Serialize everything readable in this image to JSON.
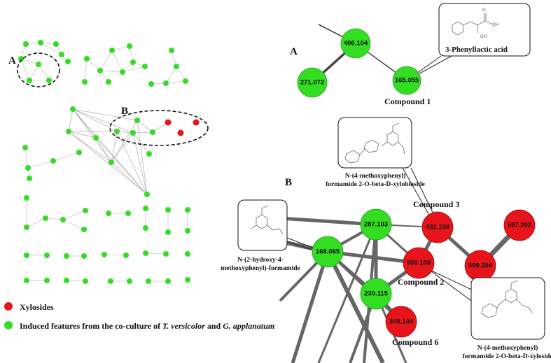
{
  "overview": {
    "label_a": "A",
    "label_b": "B"
  },
  "legend": {
    "xylosides": "Xylosides",
    "induced_prefix": "Induced features  from the co-culture of ",
    "species1": "T. versicolor",
    "conj": " and ",
    "species2": "G. applanatum",
    "colors": {
      "xyloside": "#e8141b",
      "induced": "#33dd22"
    }
  },
  "panel_a": {
    "letter": "A",
    "nodes": [
      "406.104",
      "271.072",
      "165.055"
    ],
    "compound_label": "Compound 1",
    "structure_name": "3-Phenyllactic acid"
  },
  "panel_b": {
    "letter": "B",
    "nodes": {
      "n287": "287.103",
      "n168": "168.065",
      "n300": "300.108",
      "n230": "230.115",
      "n348": "348.144",
      "n432": "432.150",
      "n597": "597.202",
      "n599": "599.204"
    },
    "compound2": "Compound 2",
    "compound3": "Compound 3",
    "compound6": "Compound 6",
    "name_xylobioside_1": "N-(4-methoxyphenyl)",
    "name_xylobioside_2": "formamide 2-O-beta-D-xylobioside",
    "name_hydroxy_1": "N-(2-hydroxy-4-",
    "name_hydroxy_2": "methoxyphenyl)-formamide",
    "name_xyloside_1": "N-(4-methoxyphenyl)",
    "name_xyloside_2": "formamide 2-O-beta-D-xyloside"
  }
}
